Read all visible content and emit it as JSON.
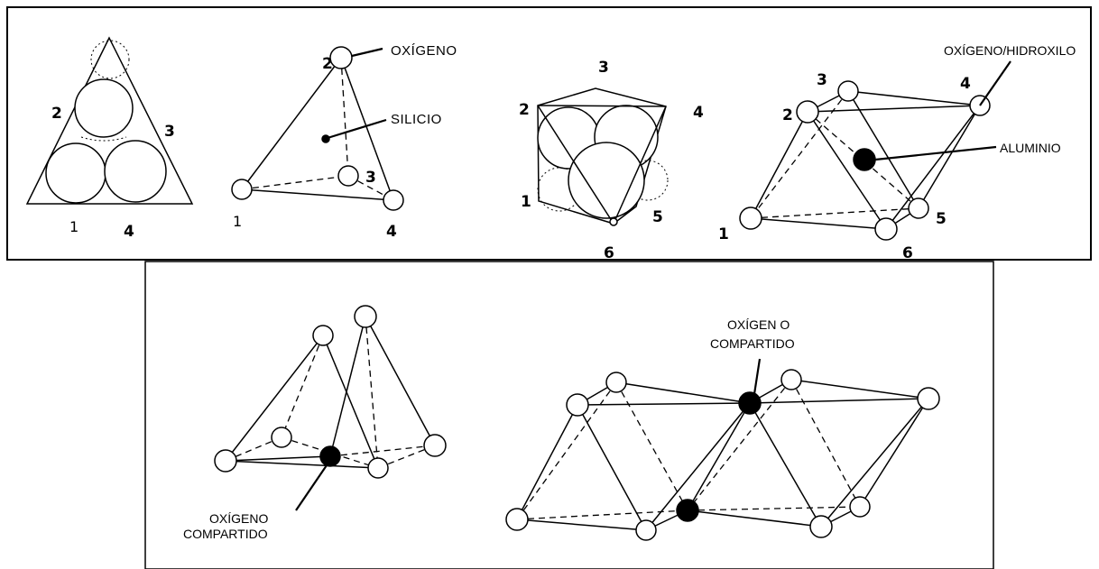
{
  "labels": {
    "oxigeno": "OXÍGENO",
    "silicio": "SILICIO",
    "oxigeno_hidroxilo": "OXÍGENO/HIDROXILO",
    "aluminio": "ALUMINIO",
    "oxigeno_compartido_line1": "OXÍGEN O",
    "oxigeno_compartido_line2": "COMPARTIDO",
    "oxigeno_compartido2_line1": "OXÍGENO",
    "oxigeno_compartido2_line2": "COMPARTIDO"
  },
  "numbers": {
    "n1": "1",
    "n2": "2",
    "n3": "3",
    "n4": "4",
    "n5": "5",
    "n6": "6"
  }
}
